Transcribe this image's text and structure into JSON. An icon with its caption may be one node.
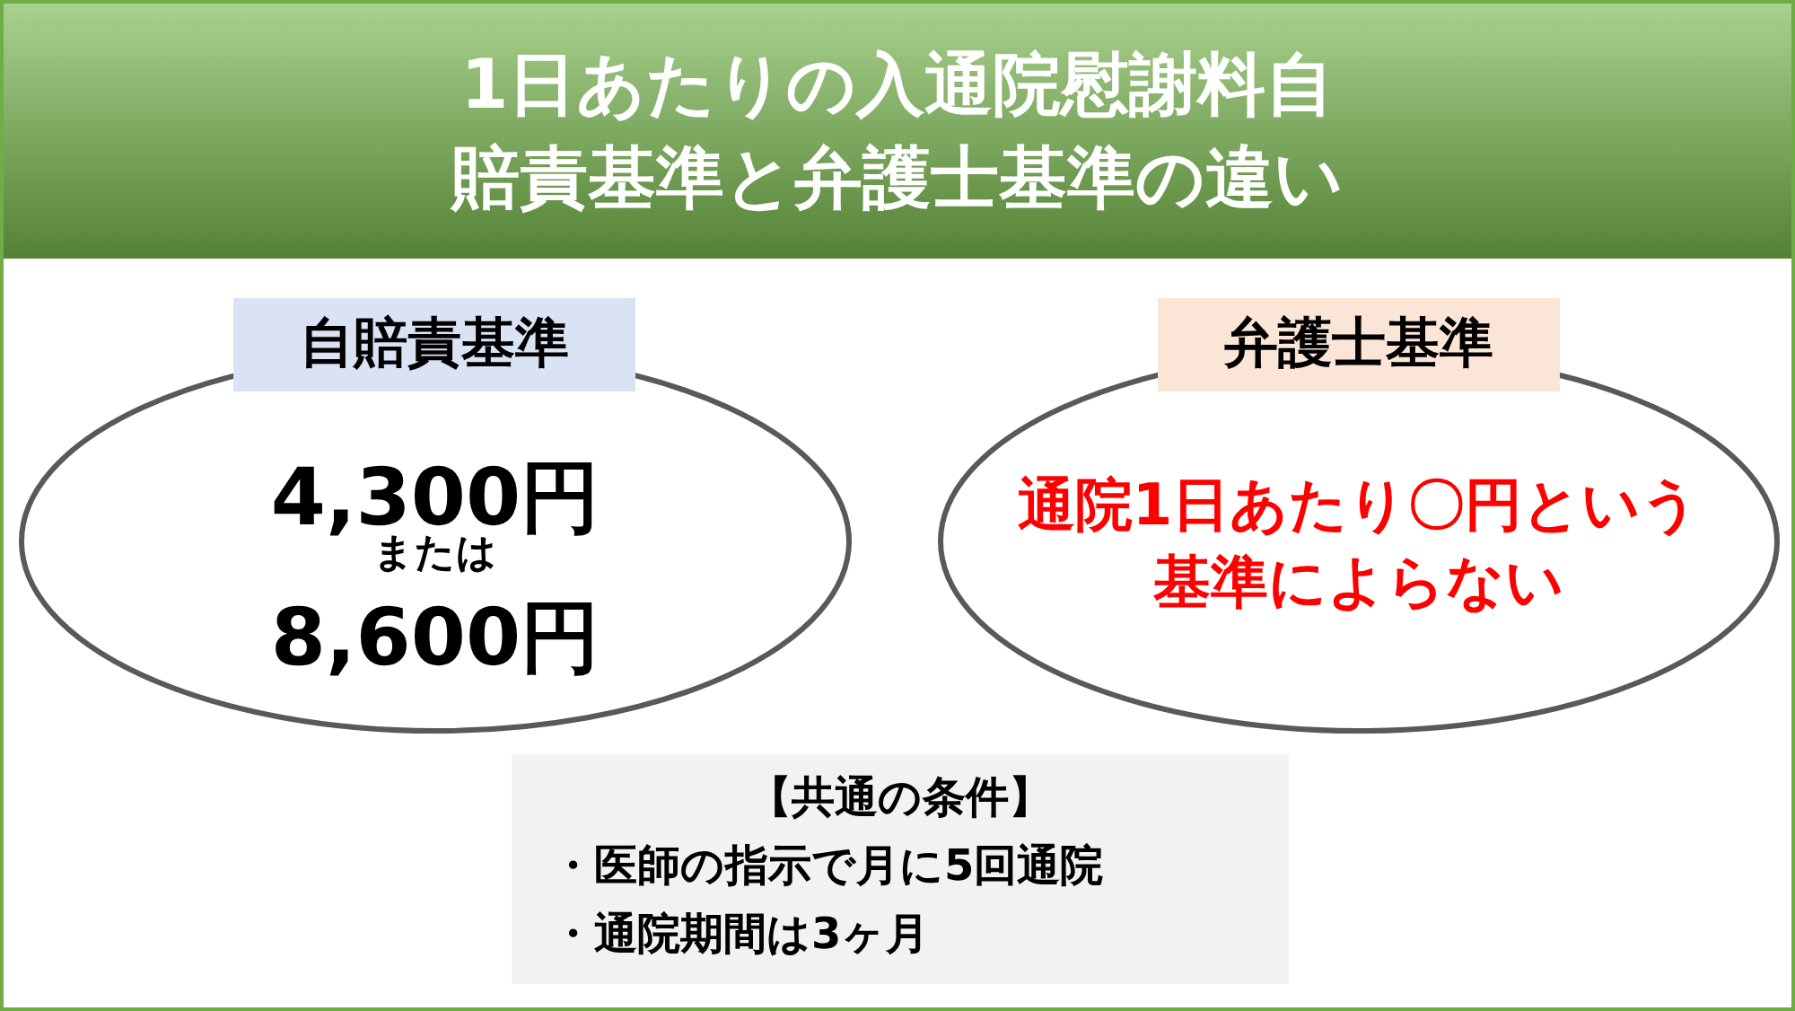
{
  "diagram": {
    "title": "1日あたりの入通院慰謝料自賠責基準と弁護士基準の違い",
    "nodes": [
      {
        "text": [
          "自賠責基準"
        ]
      },
      {
        "text": [
          "4,300円",
          "または",
          "8,600円"
        ]
      },
      {
        "text": [
          "弁護士基準"
        ]
      },
      {
        "text": [
          "通院1日あたり〇円という基準によらない"
        ]
      },
      {
        "text": [
          "【共通の条件】",
          "・医師の指示で月に5回通院",
          "・通院期間は3ヶ月"
        ]
      }
    ]
  }
}
